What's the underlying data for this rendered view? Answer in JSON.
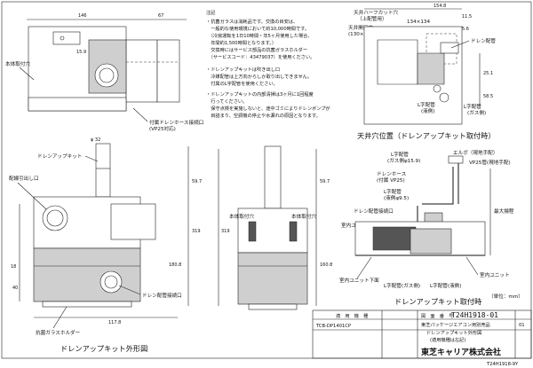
{
  "notes": {
    "header": "注記",
    "lines": [
      "・抗菌ガラスは消耗品です。交換の目安は、",
      "　一般的な使用環境において約10,000時間です。",
      "　（冷房運転を1日10時間・年5ヶ月使用した場合、",
      "　年間約1,500時間となります。）",
      "　交換時にはサービス部品の抗菌ガラスホルダー",
      "　（サービスコード：43479037）を使用ください。",
      "・ドレンアップキットは吹き出し口",
      "　冷媒配管は上方向からしか取り出しできません。",
      "　付属のL字配管を使用ください。",
      "・ドレンアップキットの内部清掃は3ヶ月に1回程度",
      "　行ってください。",
      "　保守点検を実施しないと、途中ゴミによりドレンポンプが",
      "　目詰まり、空調機の停止や水漏れの原因となります。"
    ]
  },
  "front_view": {
    "title": "ドレンアップキット外形図",
    "labels": {
      "main_body_fixing_hole": "本体取付穴",
      "drain_hose_port": "付属ドレンホース接続口",
      "vp25": "(VP25対応)",
      "drain_up_kit": "ドレンアップキット",
      "piping_outlet": "配線引出し口",
      "drain_pipe_port": "ドレン配管接続口",
      "glass_holder": "抗菌ガラスホルダー"
    },
    "dims": {
      "d146": "146",
      "d67": "67",
      "d15_9": "15.9",
      "d32": "φ 32",
      "d59_7": "59.7",
      "d319": "319",
      "d180_8": "180.8",
      "d18": "18",
      "d40": "40",
      "d117_8": "117.8"
    }
  },
  "side_view": {
    "labels": {
      "main_body_fixing_hole_left": "本体取付穴",
      "main_body_fixing_hole_right": "本体取付穴"
    },
    "dims": {
      "d59_7": "59.7",
      "d160_8": "160.8",
      "d319": "319"
    }
  },
  "ceiling_view": {
    "title": "天井穴位置（ドレンアップキット取付時）",
    "labels": {
      "knockout": "天井ハーフカット穴",
      "upper_piping": "（上配管用）",
      "ceiling_opening": "天井開口穴",
      "size": "(130×140)",
      "cutout_size": "134×134",
      "drain_pipe": "ドレン配管",
      "l_pipe_liquid": "L字配管",
      "liquid": "(液側)",
      "l_pipe_gas": "L字配管",
      "gas": "(ガス側)"
    },
    "dims": {
      "d154_8": "154.8",
      "d11_5": "11.5",
      "d5_6": "5.6",
      "d25_1": "25.1",
      "d58_5": "58.5"
    }
  },
  "install_view": {
    "title": "ドレンアップキット取付時",
    "unit_note": "（単位：mm）",
    "labels": {
      "elbow": "エルボ（現地手配）",
      "l_pipe_gas": "L字配管",
      "gas_size": "(ガス側φ15.9)",
      "drain_hose": "ドレンホース",
      "vp25": "(付属 VP25)",
      "vp25_local": "VP25管(現地手配)",
      "l_pipe_liquid": "L字配管",
      "liquid_size": "(液側φ9.5)",
      "drain_pipe_port": "ドレン配管接続口",
      "indoor_drain_port": "室内ユニットドレン口",
      "indoor_unit_pipe": "室内ユニット下面",
      "l_pipe_gas_bottom": "L字配管(ガス側)",
      "l_pipe_liquid_bottom": "L字配管(液側)",
      "indoor_unit": "室内ユニット",
      "lift_height": "最大揚程"
    }
  },
  "title_block": {
    "row1_left": "適　用　機　種",
    "row1_right": "図　面　番　号",
    "drawing_no": "T24H1918-01",
    "model": "TCB-DP1401CP",
    "desc_line1": "東芝パッケージエアコン用別売品",
    "desc_line2": "ドレンアップキット外形図",
    "desc_line3": "(適用機種は左記)",
    "brand": "東芝キャリア株式会社",
    "code": "T24H1918-9Y",
    "revision": "01"
  }
}
